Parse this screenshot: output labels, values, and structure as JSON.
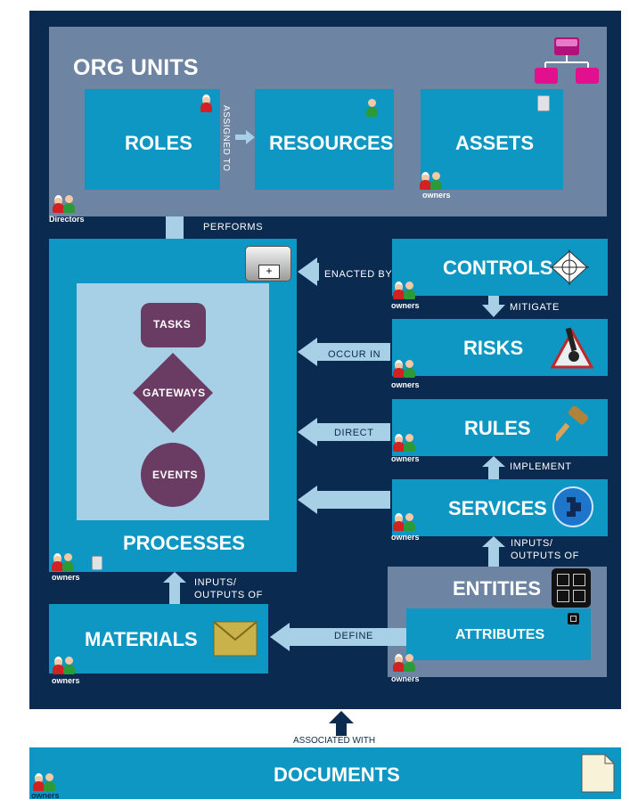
{
  "org_units": {
    "title": "ORG UNITS",
    "caption": "Directors"
  },
  "roles": {
    "label": "ROLES"
  },
  "assigned_to": {
    "label": "ASSIGNED TO"
  },
  "resources": {
    "label": "RESOURCES"
  },
  "assets": {
    "label": "ASSETS",
    "caption": "owners"
  },
  "performs": {
    "label": "PERFORMS"
  },
  "processes": {
    "label": "PROCESSES",
    "caption": "owners",
    "tasks": "TASKS",
    "gateways": "GATEWAYS",
    "events": "EVENTS"
  },
  "controls": {
    "label": "CONTROLS",
    "caption": "owners",
    "relation": "ENACTED BY"
  },
  "mitigate": {
    "label": "MITIGATE"
  },
  "risks": {
    "label": "RISKS",
    "caption": "owners",
    "relation": "OCCUR IN"
  },
  "rules": {
    "label": "RULES",
    "caption": "owners",
    "relation": "DIRECT"
  },
  "implement": {
    "label": "IMPLEMENT"
  },
  "services": {
    "label": "SERVICES",
    "caption": "owners"
  },
  "services_inputs": {
    "line1": "INPUTS/",
    "line2": "OUTPUTS OF"
  },
  "entities": {
    "label": "ENTITIES",
    "caption": "owners"
  },
  "attributes": {
    "label": "ATTRIBUTES"
  },
  "define": {
    "label": "DEFINE"
  },
  "materials": {
    "label": "MATERIALS",
    "caption": "owners"
  },
  "materials_inputs": {
    "line1": "INPUTS/",
    "line2": "OUTPUTS OF"
  },
  "associated_with": {
    "label": "ASSOCIATED WITH"
  },
  "documents": {
    "label": "DOCUMENTS",
    "caption": "owners"
  },
  "colors": {
    "navy": "#0b2a4f",
    "slate": "#6d85a2",
    "cyan": "#0f97c4",
    "light": "#a7cfe6",
    "purple": "#6a3b63"
  }
}
